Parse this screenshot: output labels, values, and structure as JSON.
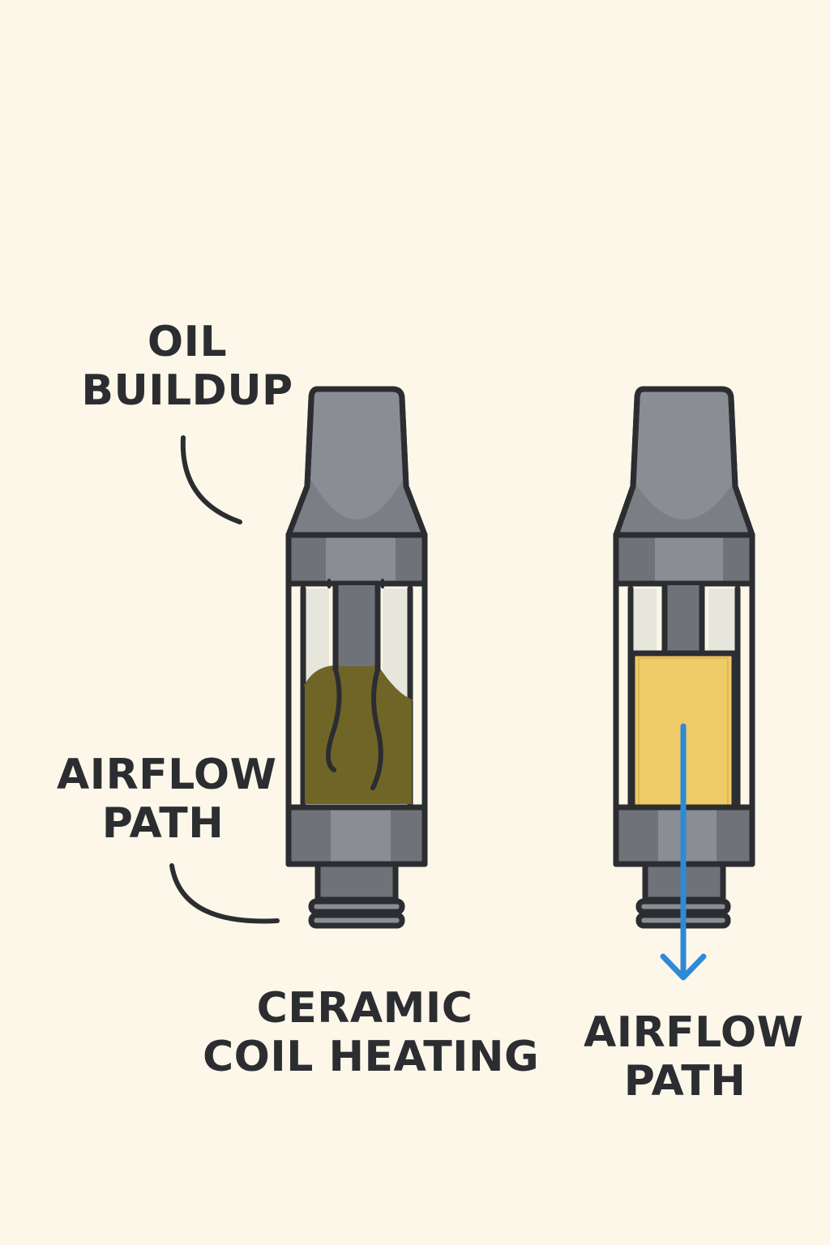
{
  "labels": {
    "oil_buildup": [
      "OIL",
      "BUILDUP"
    ],
    "airflow_left": [
      "AIRFLOW",
      "PATH"
    ],
    "ceramic": [
      "CERAMIC",
      "COIL HEATING"
    ],
    "airflow_right": [
      "AIRFLOW",
      "PATH"
    ]
  },
  "colors": {
    "background": "#fcf7e9",
    "outline": "#2b2d31",
    "body_gray": "#8a8d93",
    "band_gray": "#6f7278",
    "glass": "#e7e6dd",
    "oil_buildup": "#6f6527",
    "fresh_oil": "#efcb68",
    "airflow_arrow": "#2f8ad6"
  },
  "icons": {
    "left_cartridge": "vape-cartridge-clogged-icon",
    "right_cartridge": "vape-cartridge-ceramic-icon",
    "arrow": "arrow-down-icon"
  }
}
